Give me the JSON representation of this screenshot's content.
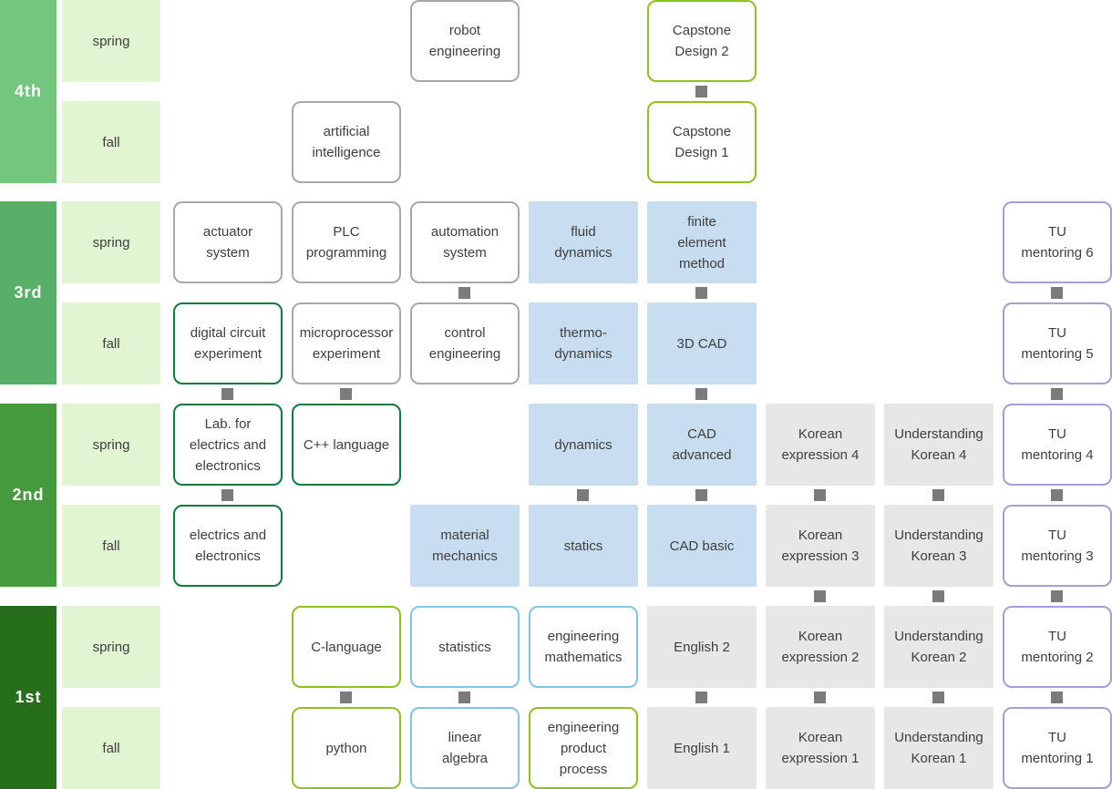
{
  "palette": {
    "semester_fill": "#e2f5d3",
    "connector_color": "#7b7b7b",
    "text_color": "#3e3e3e",
    "card_styles": {
      "gray-border": {
        "border": "#a8a8a8",
        "fill": "#ffffff"
      },
      "green-border": {
        "border": "#0c7c40",
        "fill": "#ffffff"
      },
      "lime-border": {
        "border": "#8ec21e",
        "fill": "#ffffff"
      },
      "blue-border": {
        "border": "#82c3e8",
        "fill": "#ffffff"
      },
      "purple-border": {
        "border": "#a79dd8",
        "fill": "#ffffff"
      },
      "blue-fill": {
        "border": null,
        "fill": "#c8ddf0"
      },
      "gray-fill": {
        "border": null,
        "fill": "#e7e7e7"
      }
    }
  },
  "years": [
    {
      "label": "4th",
      "color": "#73c67e"
    },
    {
      "label": "3rd",
      "color": "#58b068"
    },
    {
      "label": "2nd",
      "color": "#459a3e"
    },
    {
      "label": "1st",
      "color": "#266e1c"
    }
  ],
  "semesters": [
    {
      "label": "spring"
    },
    {
      "label": "fall"
    },
    {
      "label": "spring"
    },
    {
      "label": "fall"
    },
    {
      "label": "spring"
    },
    {
      "label": "fall"
    },
    {
      "label": "spring"
    },
    {
      "label": "fall"
    }
  ],
  "cards": [
    {
      "label": "robot\nengineering",
      "row": 1,
      "col": 3,
      "type": "gray-border"
    },
    {
      "label": "Capstone\nDesign 2",
      "row": 1,
      "col": 5,
      "type": "lime-border"
    },
    {
      "label": "artificial\nintelligence",
      "row": 2,
      "col": 2,
      "type": "gray-border"
    },
    {
      "label": "Capstone\nDesign 1",
      "row": 2,
      "col": 5,
      "type": "lime-border"
    },
    {
      "label": "actuator\nsystem",
      "row": 3,
      "col": 1,
      "type": "gray-border"
    },
    {
      "label": "PLC\nprogramming",
      "row": 3,
      "col": 2,
      "type": "gray-border"
    },
    {
      "label": "automation\nsystem",
      "row": 3,
      "col": 3,
      "type": "gray-border"
    },
    {
      "label": "fluid\ndynamics",
      "row": 3,
      "col": 4,
      "type": "blue-fill"
    },
    {
      "label": "finite\nelement\nmethod",
      "row": 3,
      "col": 5,
      "type": "blue-fill"
    },
    {
      "label": "TU\nmentoring 6",
      "row": 3,
      "col": 8,
      "type": "purple-border"
    },
    {
      "label": "digital circuit\nexperiment",
      "row": 4,
      "col": 1,
      "type": "green-border"
    },
    {
      "label": "microprocessor\nexperiment",
      "row": 4,
      "col": 2,
      "type": "gray-border"
    },
    {
      "label": "control\nengineering",
      "row": 4,
      "col": 3,
      "type": "gray-border"
    },
    {
      "label": "thermo-\ndynamics",
      "row": 4,
      "col": 4,
      "type": "blue-fill"
    },
    {
      "label": "3D CAD",
      "row": 4,
      "col": 5,
      "type": "blue-fill"
    },
    {
      "label": "TU\nmentoring 5",
      "row": 4,
      "col": 8,
      "type": "purple-border"
    },
    {
      "label": "Lab. for\nelectrics and\nelectronics",
      "row": 5,
      "col": 1,
      "type": "green-border"
    },
    {
      "label": "C++ language",
      "row": 5,
      "col": 2,
      "type": "green-border"
    },
    {
      "label": "dynamics",
      "row": 5,
      "col": 4,
      "type": "blue-fill"
    },
    {
      "label": "CAD\nadvanced",
      "row": 5,
      "col": 5,
      "type": "blue-fill"
    },
    {
      "label": "Korean\nexpression 4",
      "row": 5,
      "col": 6,
      "type": "gray-fill"
    },
    {
      "label": "Understanding\nKorean 4",
      "row": 5,
      "col": 7,
      "type": "gray-fill"
    },
    {
      "label": "TU\nmentoring 4",
      "row": 5,
      "col": 8,
      "type": "purple-border"
    },
    {
      "label": "electrics and\nelectronics",
      "row": 6,
      "col": 1,
      "type": "green-border"
    },
    {
      "label": "material\nmechanics",
      "row": 6,
      "col": 3,
      "type": "blue-fill"
    },
    {
      "label": "statics",
      "row": 6,
      "col": 4,
      "type": "blue-fill"
    },
    {
      "label": "CAD basic",
      "row": 6,
      "col": 5,
      "type": "blue-fill"
    },
    {
      "label": "Korean\nexpression 3",
      "row": 6,
      "col": 6,
      "type": "gray-fill"
    },
    {
      "label": "Understanding\nKorean 3",
      "row": 6,
      "col": 7,
      "type": "gray-fill"
    },
    {
      "label": "TU\nmentoring 3",
      "row": 6,
      "col": 8,
      "type": "purple-border"
    },
    {
      "label": "C-language",
      "row": 7,
      "col": 2,
      "type": "lime-border"
    },
    {
      "label": "statistics",
      "row": 7,
      "col": 3,
      "type": "blue-border"
    },
    {
      "label": "engineering\nmathematics",
      "row": 7,
      "col": 4,
      "type": "blue-border"
    },
    {
      "label": "English 2",
      "row": 7,
      "col": 5,
      "type": "gray-fill"
    },
    {
      "label": "Korean\nexpression 2",
      "row": 7,
      "col": 6,
      "type": "gray-fill"
    },
    {
      "label": "Understanding\nKorean 2",
      "row": 7,
      "col": 7,
      "type": "gray-fill"
    },
    {
      "label": "TU\nmentoring 2",
      "row": 7,
      "col": 8,
      "type": "purple-border"
    },
    {
      "label": "python",
      "row": 8,
      "col": 2,
      "type": "lime-border"
    },
    {
      "label": "linear\nalgebra",
      "row": 8,
      "col": 3,
      "type": "blue-border"
    },
    {
      "label": "engineering\nproduct\nprocess",
      "row": 8,
      "col": 4,
      "type": "lime-border"
    },
    {
      "label": "English 1",
      "row": 8,
      "col": 5,
      "type": "gray-fill"
    },
    {
      "label": "Korean\nexpression 1",
      "row": 8,
      "col": 6,
      "type": "gray-fill"
    },
    {
      "label": "Understanding\nKorean 1",
      "row": 8,
      "col": 7,
      "type": "gray-fill"
    },
    {
      "label": "TU\nmentoring 1",
      "row": 8,
      "col": 8,
      "type": "purple-border"
    }
  ],
  "connectors": [
    {
      "after_row": 1,
      "col": 5
    },
    {
      "after_row": 3,
      "col": 3
    },
    {
      "after_row": 3,
      "col": 5
    },
    {
      "after_row": 3,
      "col": 8
    },
    {
      "after_row": 4,
      "col": 1
    },
    {
      "after_row": 4,
      "col": 2
    },
    {
      "after_row": 4,
      "col": 5
    },
    {
      "after_row": 4,
      "col": 8
    },
    {
      "after_row": 5,
      "col": 1
    },
    {
      "after_row": 5,
      "col": 4
    },
    {
      "after_row": 5,
      "col": 5
    },
    {
      "after_row": 5,
      "col": 6
    },
    {
      "after_row": 5,
      "col": 7
    },
    {
      "after_row": 5,
      "col": 8
    },
    {
      "after_row": 6,
      "col": 6
    },
    {
      "after_row": 6,
      "col": 7
    },
    {
      "after_row": 6,
      "col": 8
    },
    {
      "after_row": 7,
      "col": 2
    },
    {
      "after_row": 7,
      "col": 3
    },
    {
      "after_row": 7,
      "col": 5
    },
    {
      "after_row": 7,
      "col": 6
    },
    {
      "after_row": 7,
      "col": 7
    },
    {
      "after_row": 7,
      "col": 8
    }
  ]
}
